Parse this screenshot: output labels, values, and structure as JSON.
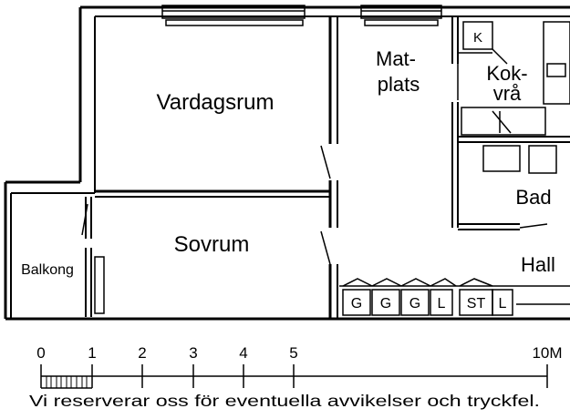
{
  "rooms": {
    "vardagsrum": "Vardagsrum",
    "sovrum": "Sovrum",
    "matplats_1": "Mat-",
    "matplats_2": "plats",
    "kokvra_1": "Kok-",
    "kokvra_2": "vrå",
    "bad": "Bad",
    "hall": "Hall",
    "balkong": "Balkong"
  },
  "fixtures": {
    "kitchen_k": "K",
    "closets": [
      "G",
      "G",
      "G",
      "L",
      "ST",
      "L"
    ]
  },
  "scale": {
    "ticks": [
      "0",
      "1",
      "2",
      "3",
      "4",
      "5",
      "10M"
    ]
  },
  "disclaimer": "Vi reserverar oss för eventuella avvikelser och tryckfel."
}
